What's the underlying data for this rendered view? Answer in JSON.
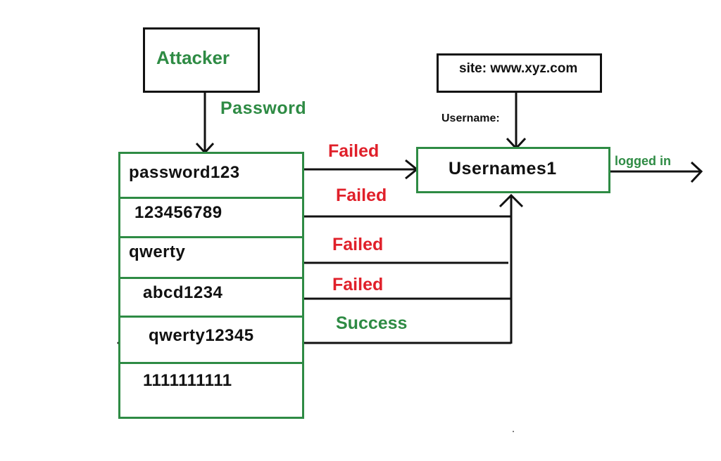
{
  "attacker": {
    "label": "Attacker"
  },
  "password_label": "Password",
  "site": {
    "label": "site: www.xyz.com"
  },
  "username_label": "Username:",
  "target": {
    "label": "Usernames1"
  },
  "logged_in": "logged in",
  "passwords": [
    "password123",
    "123456789",
    "qwerty",
    "abcd1234",
    "qwerty12345",
    "1111111111"
  ],
  "results": [
    "Failed",
    "Failed",
    "Failed",
    "Failed",
    "Success"
  ],
  "colors": {
    "green": "#2e8b44",
    "red": "#e0202a",
    "black": "#111111"
  }
}
